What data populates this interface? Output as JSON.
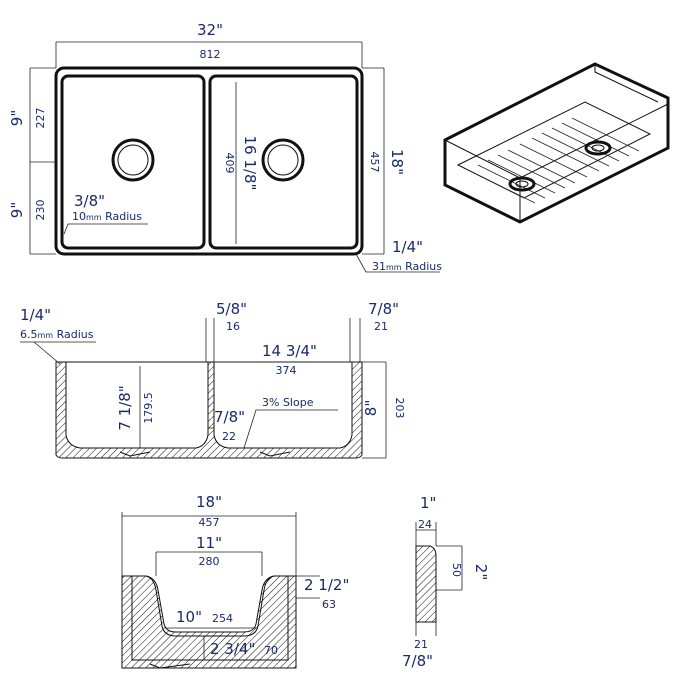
{
  "top_view": {
    "width_in": "32\"",
    "width_mm": "812",
    "left_upper_in": "9\"",
    "left_upper_mm": "227",
    "left_lower_in": "9\"",
    "left_lower_mm": "230",
    "bowl_depth_in": "16 1/8\"",
    "bowl_depth_mm": "409",
    "right_in": "18\"",
    "right_mm": "457",
    "inner_radius_in": "3/8\"",
    "inner_radius_num": "10",
    "inner_radius_unit": "mm",
    "inner_radius_word": " Radius",
    "outer_radius_in": "1/4\"",
    "outer_radius_num": "31",
    "outer_radius_unit": "mm",
    "outer_radius_word": " Radius"
  },
  "front_section": {
    "corner_radius_in": "1/4\"",
    "corner_radius_num": "6.5",
    "corner_radius_unit": "mm",
    "corner_radius_word": " Radius",
    "divider_in": "5/8\"",
    "divider_mm": "16",
    "wall_in": "7/8\"",
    "wall_mm": "21",
    "bowl_width_in": "14 3/4\"",
    "bowl_width_mm": "374",
    "depth_in": "7 1/8\"",
    "depth_mm": "179.5",
    "height_in": "8\"",
    "height_mm": "203",
    "slope": "3% Slope",
    "bottom_in": "7/8\"",
    "bottom_mm": "22"
  },
  "side_section": {
    "width_in": "18\"",
    "width_mm": "457",
    "apron_in": "11\"",
    "apron_mm": "280",
    "bottom_in": "10\"",
    "bottom_mm": "254",
    "lip_in": "2 1/2\"",
    "lip_mm": "63",
    "floor_in": "2 3/4\"",
    "floor_mm": "70"
  },
  "detail": {
    "top_in": "1\"",
    "top_mm": "24",
    "height_in": "2\"",
    "height_mm": "50",
    "bottom_mm": "21",
    "bottom_in": "7/8\""
  },
  "colors": {
    "line": "#111111",
    "text": "#1a2a6c"
  }
}
